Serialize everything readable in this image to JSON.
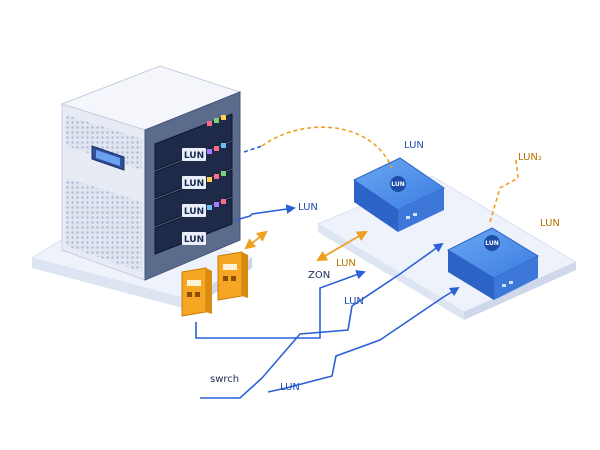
{
  "server": {
    "bays": [
      {
        "label": "LUN"
      },
      {
        "label": "LUN"
      },
      {
        "label": "LUN"
      },
      {
        "label": "LUN"
      }
    ]
  },
  "storage_nodes": [
    {
      "badge": "LUN"
    },
    {
      "badge": "LUN"
    }
  ],
  "labels": {
    "top_blue": "LUN",
    "top_orange": "LUN₂",
    "right_orange": "LUN",
    "server_arrow": "LUN",
    "zon": "ZON",
    "middle_orange": "LUN",
    "middle_blue": "LUN",
    "switch": "swrch",
    "bottom": "LUN"
  },
  "colors": {
    "blue_line": "#2a61d6",
    "orange_line": "#f0a020",
    "node_blue": "#3a7be0",
    "drive_orange": "#f5a623"
  }
}
